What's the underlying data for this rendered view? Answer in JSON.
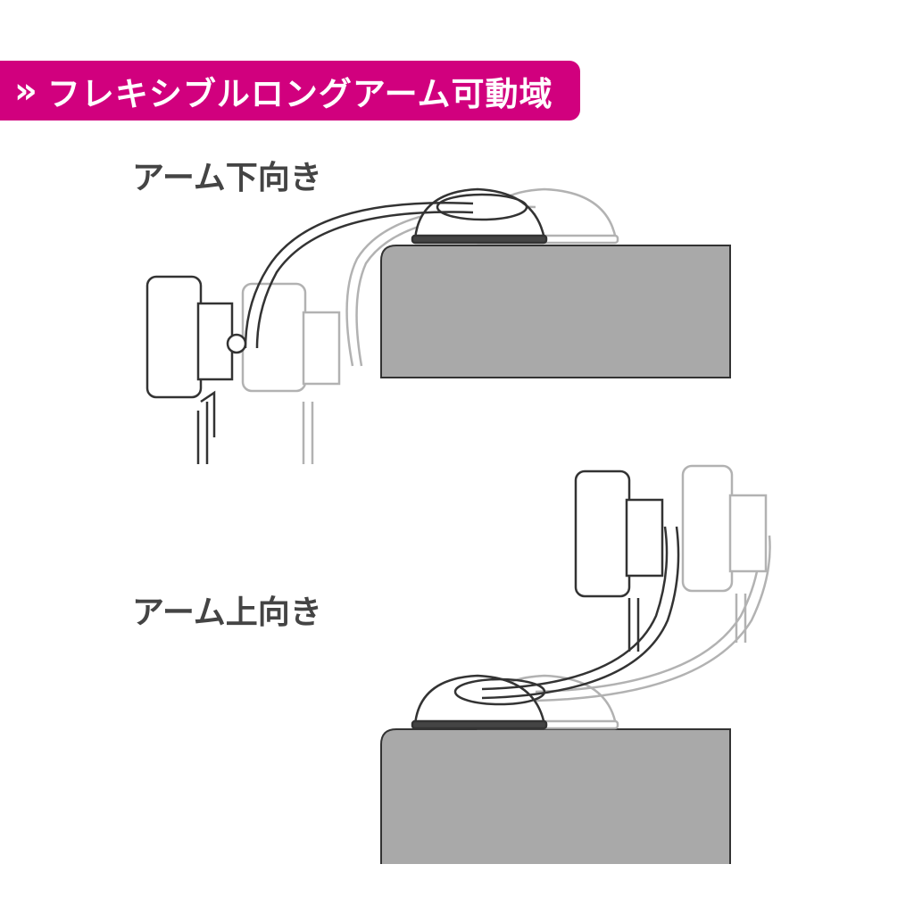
{
  "banner": {
    "icon": "double-chevron-right-icon",
    "icon_glyph": "»",
    "title": "フレキシブルロングアーム可動域"
  },
  "labels": {
    "arm_down": "アーム下向き",
    "arm_up": "アーム上向き"
  },
  "colors": {
    "accent": "#d1007e",
    "table": "#a9a9a9",
    "line": "#333333"
  }
}
